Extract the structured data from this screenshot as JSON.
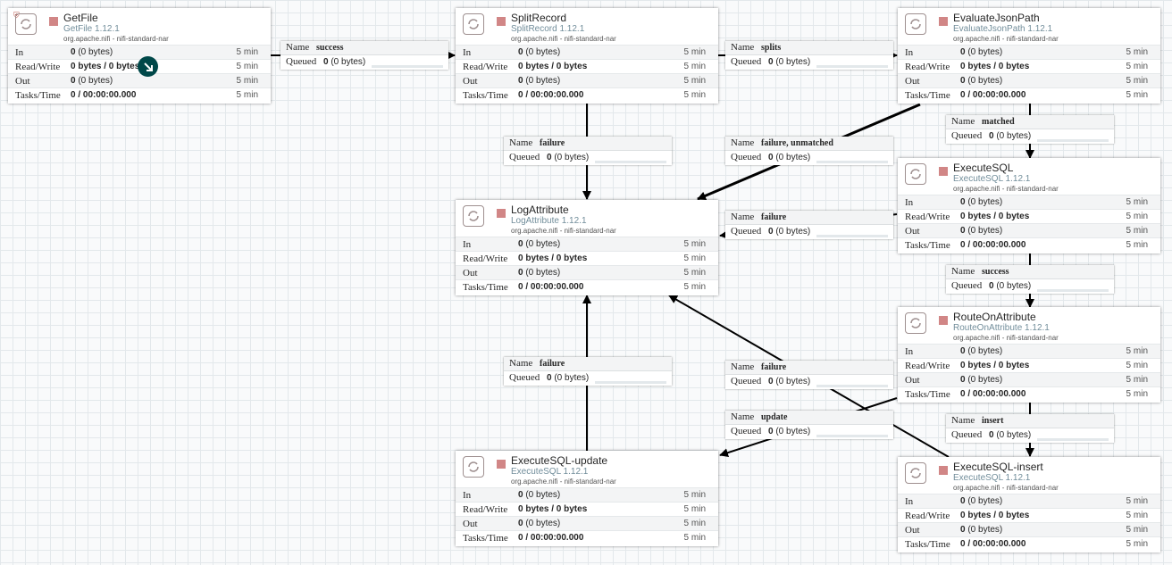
{
  "processors": {
    "getfile": {
      "name": "GetFile",
      "type": "GetFile 1.12.1",
      "bundle": "org.apache.nifi - nifi-standard-nar",
      "in_v": "0",
      "in_s": "(0 bytes)",
      "rw_v": "0 bytes / 0 bytes",
      "out_v": "0",
      "out_s": "(0 bytes)",
      "tasks_v": "0 / 00:00:00.000",
      "time": "5 min"
    },
    "splitrecord": {
      "name": "SplitRecord",
      "type": "SplitRecord 1.12.1",
      "bundle": "org.apache.nifi - nifi-standard-nar",
      "in_v": "0",
      "in_s": "(0 bytes)",
      "rw_v": "0 bytes / 0 bytes",
      "out_v": "0",
      "out_s": "(0 bytes)",
      "tasks_v": "0 / 00:00:00.000",
      "time": "5 min"
    },
    "evaluatejsonpath": {
      "name": "EvaluateJsonPath",
      "type": "EvaluateJsonPath 1.12.1",
      "bundle": "org.apache.nifi - nifi-standard-nar",
      "in_v": "0",
      "in_s": "(0 bytes)",
      "rw_v": "0 bytes / 0 bytes",
      "out_v": "0",
      "out_s": "(0 bytes)",
      "tasks_v": "0 / 00:00:00.000",
      "time": "5 min"
    },
    "logattribute": {
      "name": "LogAttribute",
      "type": "LogAttribute 1.12.1",
      "bundle": "org.apache.nifi - nifi-standard-nar",
      "in_v": "0",
      "in_s": "(0 bytes)",
      "rw_v": "0 bytes / 0 bytes",
      "out_v": "0",
      "out_s": "(0 bytes)",
      "tasks_v": "0 / 00:00:00.000",
      "time": "5 min"
    },
    "executesql": {
      "name": "ExecuteSQL",
      "type": "ExecuteSQL 1.12.1",
      "bundle": "org.apache.nifi - nifi-standard-nar",
      "in_v": "0",
      "in_s": "(0 bytes)",
      "rw_v": "0 bytes / 0 bytes",
      "out_v": "0",
      "out_s": "(0 bytes)",
      "tasks_v": "0 / 00:00:00.000",
      "time": "5 min"
    },
    "routeonattribute": {
      "name": "RouteOnAttribute",
      "type": "RouteOnAttribute 1.12.1",
      "bundle": "org.apache.nifi - nifi-standard-nar",
      "in_v": "0",
      "in_s": "(0 bytes)",
      "rw_v": "0 bytes / 0 bytes",
      "out_v": "0",
      "out_s": "(0 bytes)",
      "tasks_v": "0 / 00:00:00.000",
      "time": "5 min"
    },
    "executesql_update": {
      "name": "ExecuteSQL-update",
      "type": "ExecuteSQL 1.12.1",
      "bundle": "org.apache.nifi - nifi-standard-nar",
      "in_v": "0",
      "in_s": "(0 bytes)",
      "rw_v": "0 bytes / 0 bytes",
      "out_v": "0",
      "out_s": "(0 bytes)",
      "tasks_v": "0 / 00:00:00.000",
      "time": "5 min"
    },
    "executesql_insert": {
      "name": "ExecuteSQL-insert",
      "type": "ExecuteSQL 1.12.1",
      "bundle": "org.apache.nifi - nifi-standard-nar",
      "in_v": "0",
      "in_s": "(0 bytes)",
      "rw_v": "0 bytes / 0 bytes",
      "out_v": "0",
      "out_s": "(0 bytes)",
      "tasks_v": "0 / 00:00:00.000",
      "time": "5 min"
    }
  },
  "labels": {
    "in": "In",
    "read_write": "Read/Write",
    "out": "Out",
    "tasks_time": "Tasks/Time",
    "name": "Name",
    "queued": "Queued"
  },
  "connections": {
    "c1": {
      "relationship": "success",
      "queued_count": "0",
      "queued_size": "(0 bytes)"
    },
    "c2": {
      "relationship": "splits",
      "queued_count": "0",
      "queued_size": "(0 bytes)"
    },
    "c3": {
      "relationship": "failure",
      "queued_count": "0",
      "queued_size": "(0 bytes)"
    },
    "c4": {
      "relationship": "failure, unmatched",
      "queued_count": "0",
      "queued_size": "(0 bytes)"
    },
    "c5": {
      "relationship": "matched",
      "queued_count": "0",
      "queued_size": "(0 bytes)"
    },
    "c6": {
      "relationship": "failure",
      "queued_count": "0",
      "queued_size": "(0 bytes)"
    },
    "c7": {
      "relationship": "success",
      "queued_count": "0",
      "queued_size": "(0 bytes)"
    },
    "c8": {
      "relationship": "failure",
      "queued_count": "0",
      "queued_size": "(0 bytes)"
    },
    "c9": {
      "relationship": "failure",
      "queued_count": "0",
      "queued_size": "(0 bytes)"
    },
    "c10": {
      "relationship": "update",
      "queued_count": "0",
      "queued_size": "(0 bytes)"
    },
    "c11": {
      "relationship": "insert",
      "queued_count": "0",
      "queued_size": "(0 bytes)"
    }
  },
  "icons": {
    "processor": "processor-icon",
    "stopped": "stopped-status-icon",
    "invalid": "shield-icon",
    "bulletin": "bulletin-arrow-icon"
  },
  "colors": {
    "canvas": "#f9fafb",
    "stopped": "#d18686",
    "type_text": "#728e9b",
    "bulletin": "#004849"
  }
}
